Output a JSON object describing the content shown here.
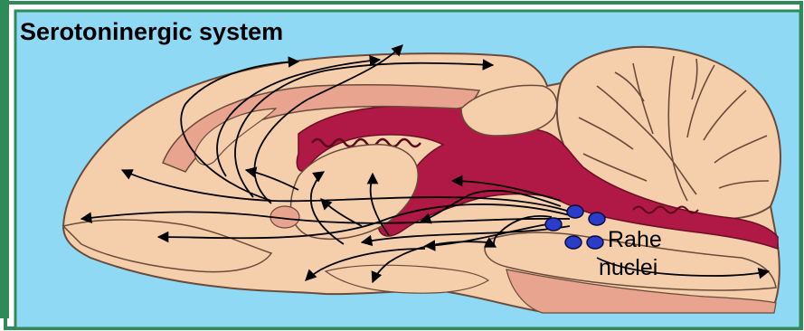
{
  "title": "Serotoninergic system",
  "labels": {
    "line1": "Rahe",
    "line2": "nuclei"
  },
  "colors": {
    "frame_border": "#2e8b57",
    "background": "#8fd9f5",
    "tissue": "#f5cfac",
    "tissue_dark": "#e8a48f",
    "vessel": "#b01845",
    "nuclei": "#2a3cc8",
    "arrows": "#000000",
    "outline": "#5a3a2a"
  }
}
